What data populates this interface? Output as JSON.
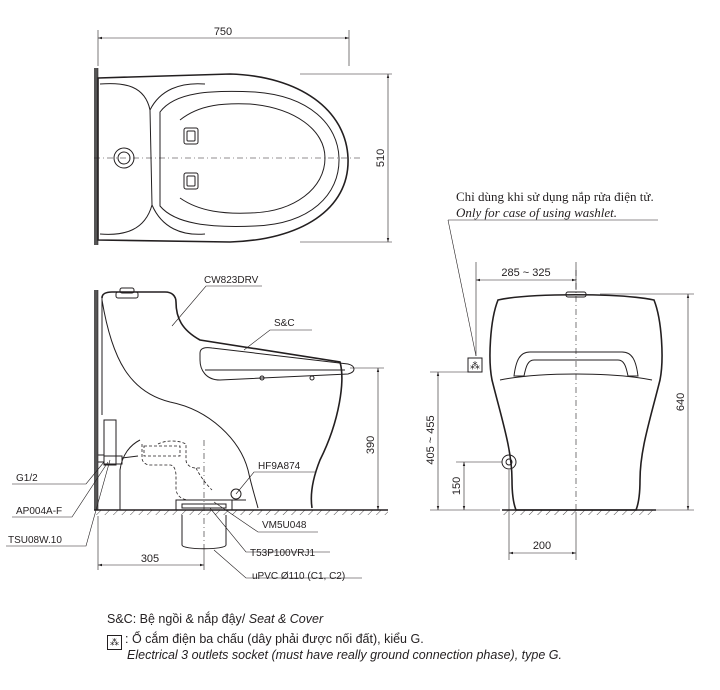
{
  "top_view": {
    "width_dim": "750",
    "depth_dim": "510"
  },
  "side_view": {
    "labels": {
      "tank": "CW823DRV",
      "seat": "S&C",
      "fitting_right": "HF9A874",
      "supply": "G1/2",
      "valve": "AP004A-F",
      "hose": "TSU08W.10",
      "part_a": "VM5U048",
      "part_b": "T53P100VRJ1",
      "drain": "uPVC Ø110 (C1, C2)"
    },
    "dims": {
      "rough_in": "305",
      "seat_height": "390"
    }
  },
  "front_view": {
    "note_vi": "Chỉ dùng khi sử dụng nắp rửa điện tử.",
    "note_en": "Only for case of using washlet.",
    "dims": {
      "socket_width": "285 ~ 325",
      "total_height": "640",
      "socket_height": "405 ~ 455",
      "supply_height": "150",
      "supply_offset": "200"
    }
  },
  "legend": {
    "sc_prefix": "S&C: Bệ ngồi & nắp đậy/ ",
    "sc_en": "Seat & Cover",
    "socket_symbol": "⁂",
    "socket_vi": ": Ổ cắm điện ba chấu (dây phải được nối đất), kiểu G.",
    "socket_en": "Electrical 3 outlets socket (must have really ground connection phase), type G."
  }
}
